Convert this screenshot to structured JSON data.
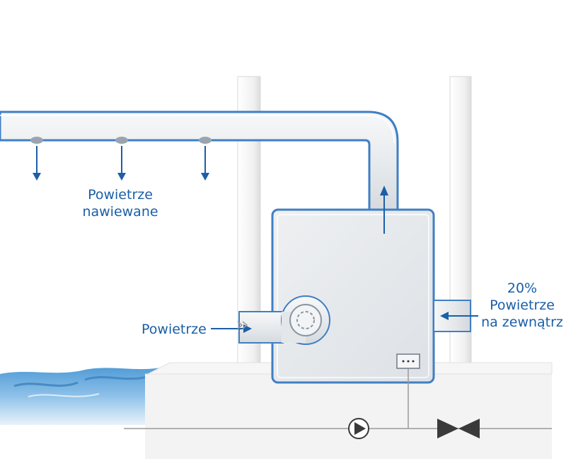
{
  "labels": {
    "supply_line1": "Powietrze",
    "supply_line2": "nawiewane",
    "intake": "Powietrze",
    "outside_pct": "20%",
    "outside_line2": "Powietrze",
    "outside_line3": "na zewnątrz"
  },
  "colors": {
    "accent_blue": "#1a5fa8",
    "duct_outline": "#3f7fc4",
    "duct_fill": "#e9ecef",
    "wall_fill": "#f3f3f3",
    "water": "#2f7fc0",
    "pipe_line": "#9a9a9a",
    "valve": "#3a3a3a"
  },
  "icons": [
    "fan-icon",
    "pump-icon",
    "valve-icon",
    "control-panel-icon",
    "arrow-down-icon",
    "arrow-up-icon",
    "arrow-left-icon"
  ]
}
